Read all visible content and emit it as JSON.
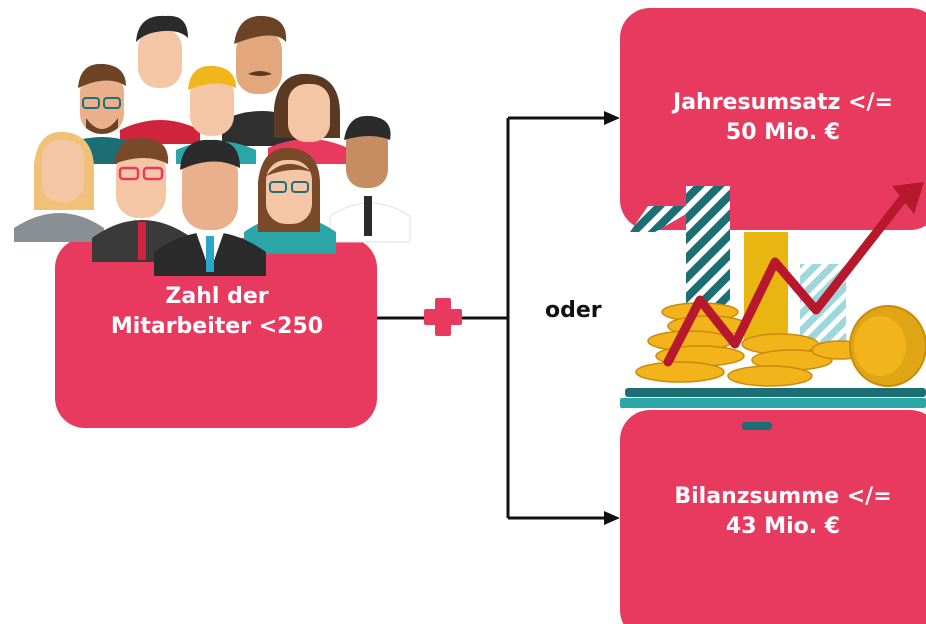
{
  "diagram": {
    "employees_box": {
      "line1": "Zahl der",
      "line2": "Mitarbeiter <250",
      "color": "#e83a5e"
    },
    "connector": {
      "plus_color": "#e83a5e",
      "line_color": "#111111"
    },
    "or_label": "oder",
    "revenue_box": {
      "line1": "Jahresumsatz </=",
      "line2": "50 Mio. €",
      "color": "#e83a5e"
    },
    "balance_box": {
      "line1": "Bilanzsumme </=",
      "line2": "43 Mio. €",
      "color": "#e83a5e"
    },
    "illustrations": {
      "people_group": "group-of-employees-icon",
      "finance": "coins-and-rising-chart-icon"
    }
  }
}
